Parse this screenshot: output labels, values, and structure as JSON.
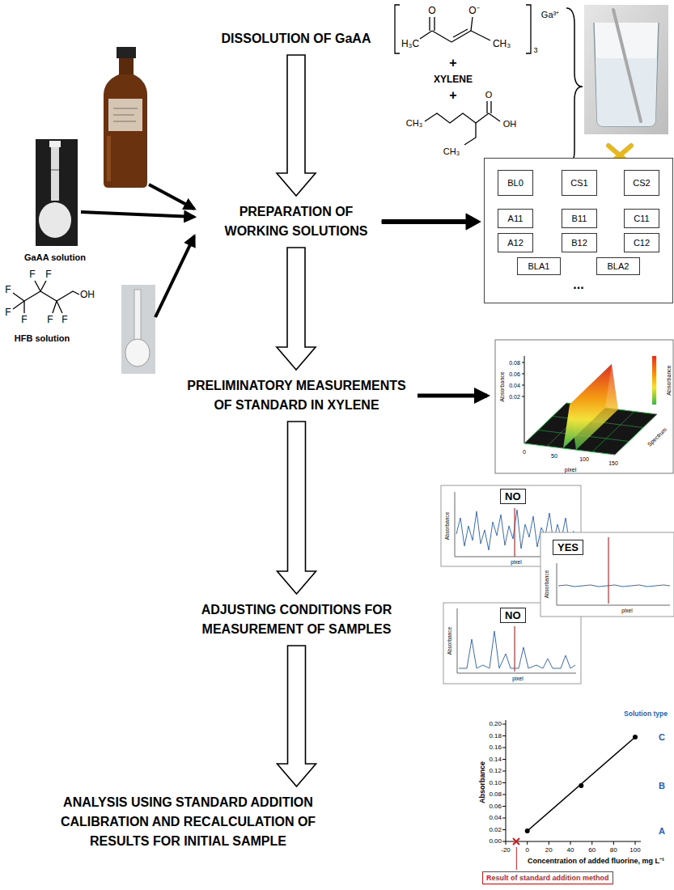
{
  "diagram": {
    "nodes": [
      {
        "text": [
          "DISSOLUTION OF GaAA"
        ]
      },
      {
        "text": [
          "PREPARATION OF WORKING SOLUTIONS"
        ]
      },
      {
        "text": [
          "..."
        ]
      },
      {
        "text": [
          "BL0"
        ],
        "in": 2
      },
      {
        "text": [
          "CS1"
        ],
        "in": 2
      },
      {
        "text": [
          "CS2"
        ],
        "in": 2
      },
      {
        "text": [
          "A11"
        ],
        "in": 2
      },
      {
        "text": [
          "B11"
        ],
        "in": 2
      },
      {
        "text": [
          "C11"
        ],
        "in": 2
      },
      {
        "text": [
          "A12"
        ],
        "in": 2
      },
      {
        "text": [
          "B12"
        ],
        "in": 2
      },
      {
        "text": [
          "C12"
        ],
        "in": 2
      },
      {
        "text": [
          "BLA1"
        ],
        "in": 2
      },
      {
        "text": [
          "BLA2"
        ],
        "in": 2
      },
      {
        "text": [
          "PRELIMINATORY MEASUREMENTS OF STANDARD IN XYLENE"
        ]
      },
      {
        "text": [
          "ADJUSTING CONDITIONS FOR MEASUREMENT OF SAMPLES"
        ]
      },
      {
        "text": [
          "NO"
        ]
      },
      {
        "text": [
          "YES"
        ]
      },
      {
        "text": [
          "NO"
        ]
      },
      {
        "text": [
          "ANALYSIS USING STANDARD ADDITION CALIBRATION AND RECALCULATION OF RESULTS FOR INITIAL SAMPLE"
        ]
      },
      {
        "text": [
          "Result of standard addition method"
        ]
      }
    ],
    "edges": [
      {
        "from": 0,
        "to": 1,
        "arrow": "to"
      },
      {
        "from": 1,
        "to": 2,
        "arrow": "to"
      },
      {
        "from": 1,
        "to": 14,
        "arrow": "to"
      },
      {
        "from": 14,
        "to": 15,
        "arrow": "to"
      },
      {
        "from": 15,
        "to": 19,
        "arrow": "to"
      }
    ],
    "labels": [
      "O",
      "O⁻",
      "H₃C",
      "CH₃",
      "3",
      "Ga³⁺",
      "+",
      "XYLENE",
      "+",
      "CH₃",
      "CH₃",
      "O",
      "OH",
      "GaAA solution",
      "F",
      "F",
      "F",
      "F",
      "F",
      "F",
      "F",
      "OH",
      "HFB solution",
      "Absorbance",
      "0.08",
      "0.06",
      "0.04",
      "0.02",
      "pixel",
      "0",
      "50",
      "100",
      "150",
      "Spectrum",
      "Absorbance",
      "Absorbance",
      "pixel",
      "Absorbance",
      "pixel",
      "Absorbance",
      "pixel",
      "Solution type",
      "0.20",
      "0.18",
      "0.16",
      "0.14",
      "0.12",
      "0.10",
      "0.08",
      "0.06",
      "0.04",
      "0.02",
      "0.00",
      "Absorbance",
      "-20",
      "0",
      "20",
      "40",
      "60",
      "80",
      "100",
      "Concentration of added fluorine, mg L⁻¹",
      "A",
      "B",
      "C"
    ]
  }
}
